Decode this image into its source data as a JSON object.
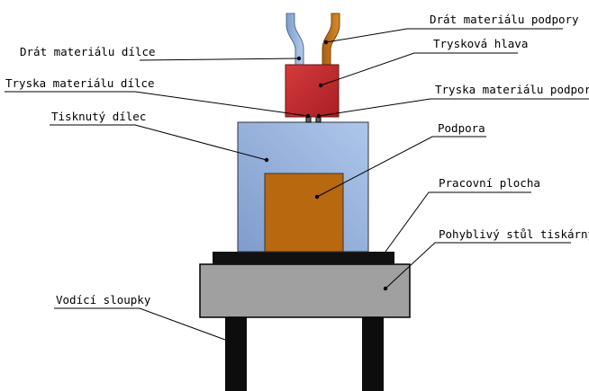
{
  "labels": {
    "drat_podpory": "Drát materiálu podpory",
    "tryskova_hlava": "Trysková hlava",
    "drat_dilce": "Drát materiálu dílce",
    "tryska_dilce": "Tryska materiálu dílce",
    "tryska_podpory": "Tryska materiálu podpory",
    "tisknuty_dilec": "Tisknutý dílec",
    "podpora": "Podpora",
    "pracovni_plocha": "Pracovní plocha",
    "pohyblivy_stul": "Pohyblivý stůl tiskárny",
    "vodici_sloupky": "Vodící sloupky"
  },
  "colors": {
    "part_wire": "#98b4d8",
    "support_wire": "#c8761a",
    "head": "#c0282c",
    "printed_part": "#9ab2d6",
    "support_block": "#b8680f",
    "build_plate": "#111111",
    "moving_table": "#a0a0a0",
    "guide_posts": "#0d0d0d"
  }
}
